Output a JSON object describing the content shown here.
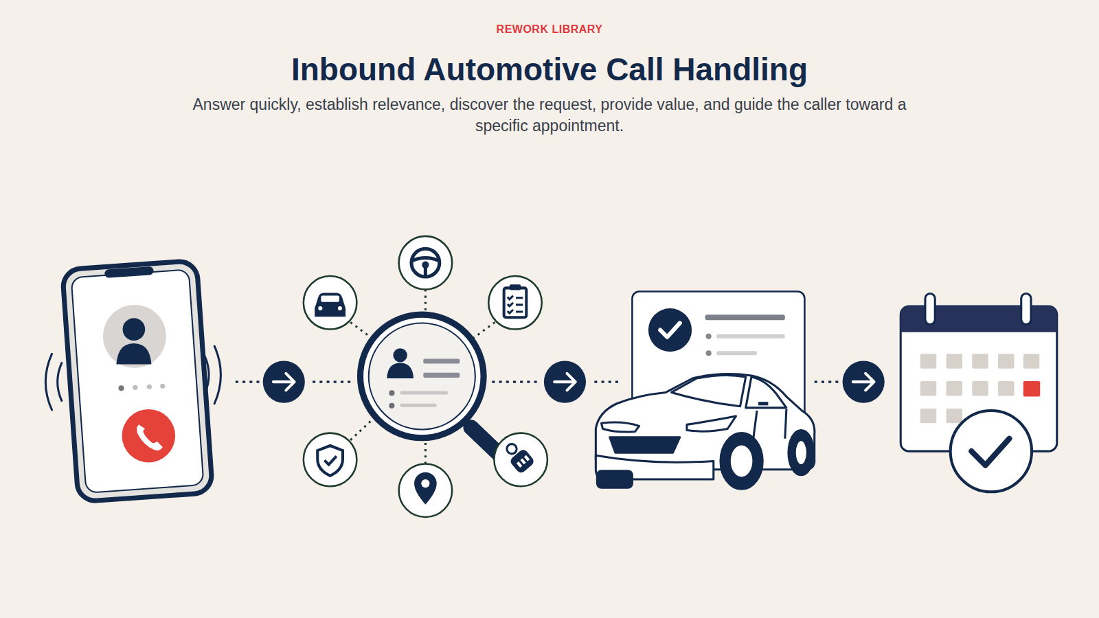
{
  "diagram": {
    "title": "Inbound Automotive Call Handling",
    "caption": "Answer quickly, establish relevance, discover the request, provide value, and guide the caller toward a specific appointment.",
    "labels": [
      "REWORK LIBRARY"
    ]
  }
}
